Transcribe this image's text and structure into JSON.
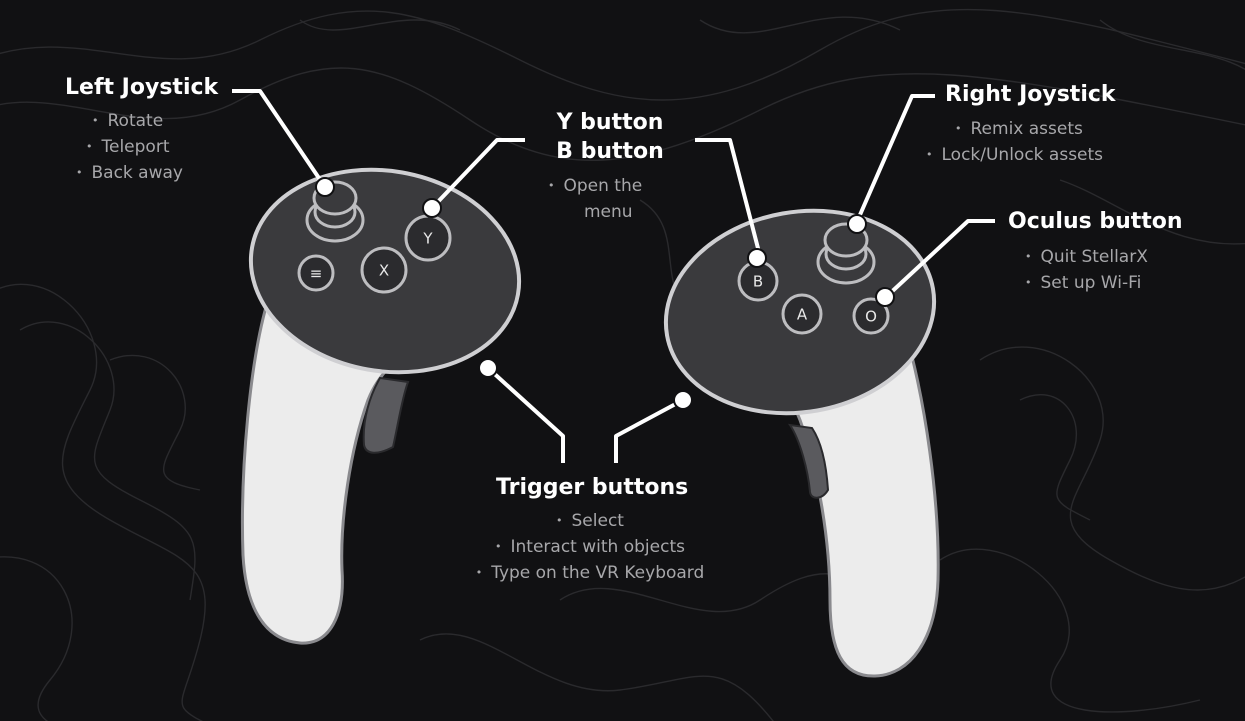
{
  "labels": {
    "left_joystick": {
      "title": "Left Joystick",
      "items": [
        "Rotate",
        "Teleport",
        "Back away"
      ]
    },
    "yb_button": {
      "title_line1": "Y button",
      "title_line2": "B button",
      "items": [
        "Open the",
        "menu"
      ]
    },
    "right_joystick": {
      "title": "Right Joystick",
      "items": [
        "Remix assets",
        "Lock/Unlock assets"
      ]
    },
    "oculus_button": {
      "title": "Oculus button",
      "items": [
        "Quit StellarX",
        "Set up Wi-Fi"
      ]
    },
    "trigger_buttons": {
      "title": "Trigger buttons",
      "items": [
        "Select",
        "Interact with objects",
        "Type on the VR Keyboard"
      ]
    }
  },
  "controller_buttons": {
    "y": "Y",
    "x": "X",
    "b": "B",
    "a": "A",
    "oculus": "O",
    "menu": "≡"
  },
  "colors": {
    "background": "#111113",
    "contour": "#2b2b2e",
    "controller_face": "#3a3a3d",
    "controller_rim": "#d9d9dc",
    "grip": "#ececec",
    "trigger": "#5a5a5e",
    "leader_line": "#ffffff",
    "label_title": "#ffffff",
    "label_text": "#a7a7aa"
  }
}
